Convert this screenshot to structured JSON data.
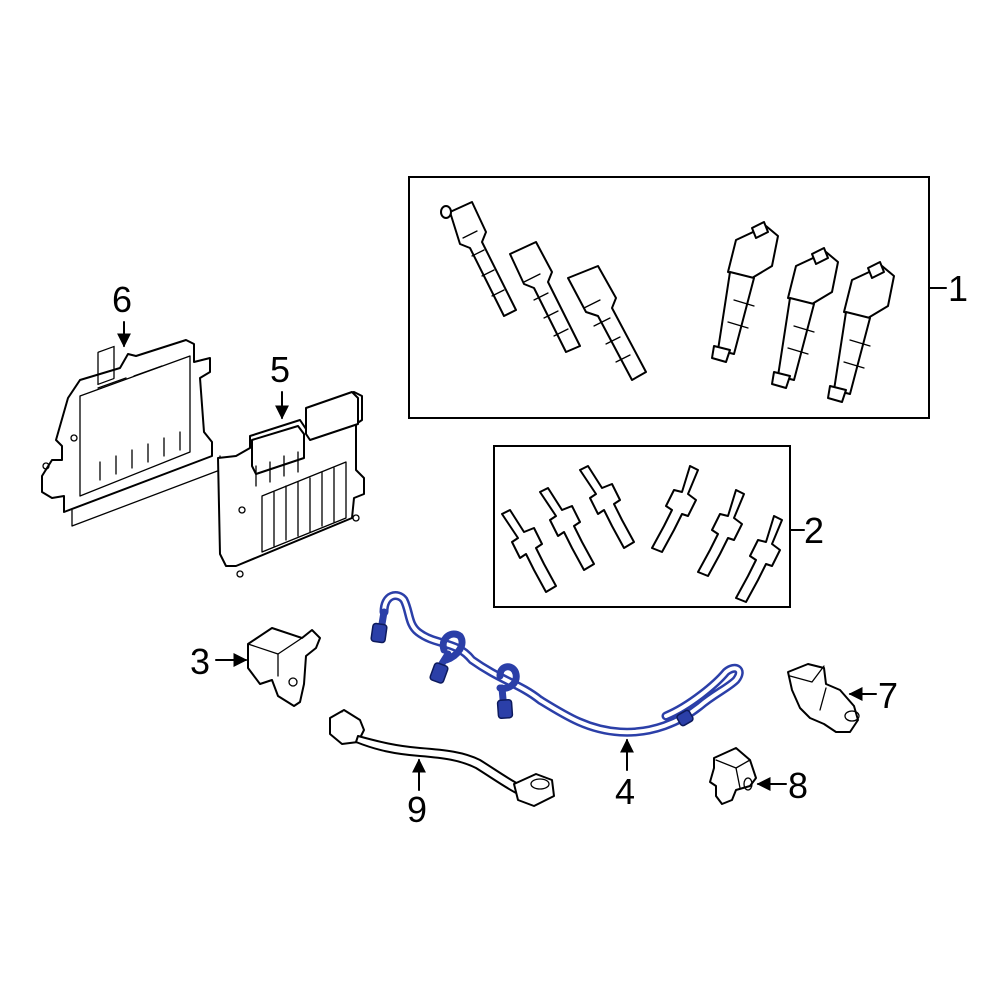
{
  "callouts": {
    "c1": "1",
    "c2": "2",
    "c3": "3",
    "c4": "4",
    "c5": "5",
    "c6": "6",
    "c7": "7",
    "c8": "8",
    "c9": "9"
  },
  "highlight_color": "#2b3fa8"
}
